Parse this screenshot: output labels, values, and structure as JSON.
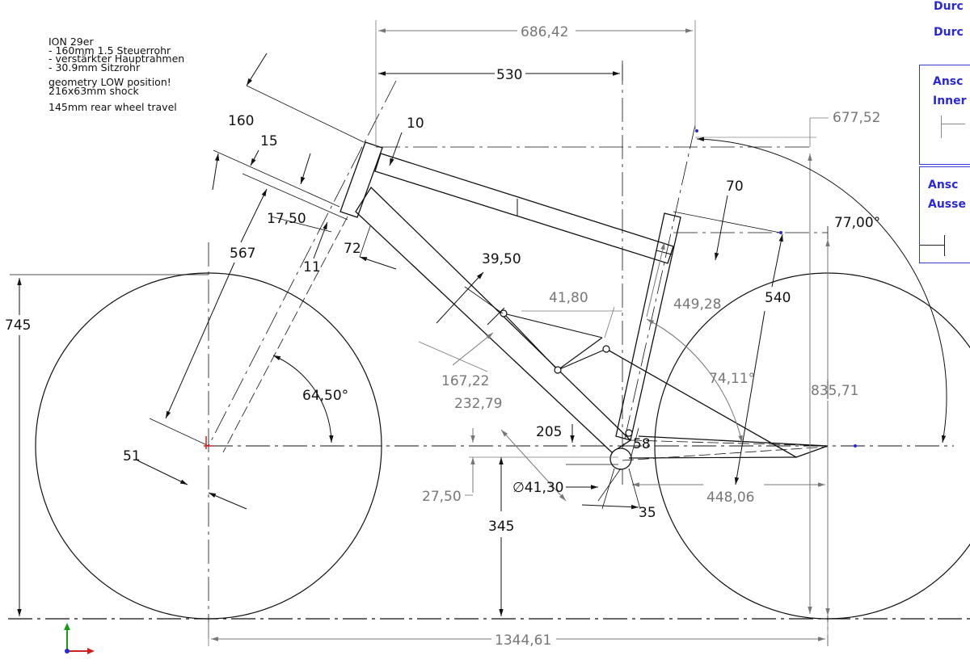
{
  "notes": {
    "line1": "ION 29er",
    "line2": "- 160mm 1.5 Steuerrohr",
    "line3": "- verstärkter Hauptrahmen",
    "line4": "- 30.9mm Sitzrohr",
    "line5": "geometry LOW position!",
    "line6": "216x63mm shock",
    "line7": "145mm rear wheel travel"
  },
  "dimensions": {
    "d686": "686,42",
    "d530": "530",
    "d677": "677,52",
    "d160": "160",
    "d10": "10",
    "d15": "15",
    "d17_50": "17,50",
    "d72": "72",
    "d11": "11",
    "d567": "567",
    "d745": "745",
    "d39_50": "39,50",
    "d70": "70",
    "d77": "77,00°",
    "d41_80": "41,80",
    "d449": "449,28",
    "d540": "540",
    "d64_50": "64,50°",
    "d167": "167,22",
    "d232": "232,79",
    "d74": "74,11°",
    "d835": "835,71",
    "d205": "205",
    "d58": "58",
    "d51": "51",
    "d27_50": "27,50",
    "d41_30": "∅41,30",
    "d448": "448,06",
    "d35": "35",
    "d345": "345",
    "d1344": "1344,61"
  },
  "sidepanel": {
    "link1": "Durc",
    "link2": "Durc",
    "box1_line1": "Ansc",
    "box1_line2": "Inner",
    "box2_line1": "Ansc",
    "box2_line2": "Ausse"
  },
  "colors": {
    "line": "#111111",
    "dim_gray": "#777777",
    "accent_blue": "#2a2acc",
    "axis_green": "#1a9a1a",
    "axis_red": "#cc2222"
  }
}
